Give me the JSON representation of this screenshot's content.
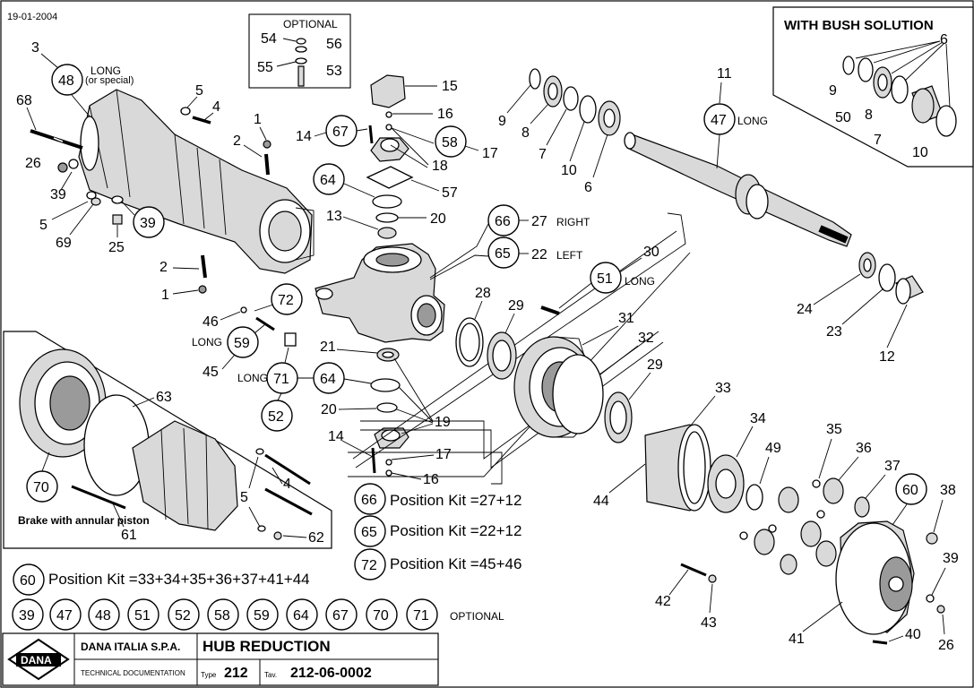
{
  "date": "19-01-2004",
  "optional_box": {
    "title": "OPTIONAL",
    "parts": [
      "54",
      "56",
      "55",
      "53"
    ]
  },
  "bush_box": {
    "title": "WITH BUSH SOLUTION",
    "parts": [
      "6",
      "9",
      "50",
      "8",
      "7",
      "10"
    ]
  },
  "brake_box": {
    "caption": "Brake with annular piston",
    "parts": [
      "70",
      "63",
      "5",
      "4",
      "61",
      "62"
    ]
  },
  "labels": {
    "p1": "1",
    "p2": "2",
    "p3": "3",
    "p4": "4",
    "p5": "5",
    "p6": "6",
    "p7": "7",
    "p8": "8",
    "p9": "9",
    "p10": "10",
    "p11": "11",
    "p12": "12",
    "p13": "13",
    "p14": "14",
    "p15": "15",
    "p16": "16",
    "p17": "17",
    "p18": "18",
    "p19": "19",
    "p20": "20",
    "p21": "21",
    "p22": "22",
    "p23": "23",
    "p24": "24",
    "p25": "25",
    "p26": "26",
    "p27": "27",
    "p28": "28",
    "p29": "29",
    "p30": "30",
    "p31": "31",
    "p32": "32",
    "p33": "33",
    "p34": "34",
    "p35": "35",
    "p36": "36",
    "p37": "37",
    "p38": "38",
    "p39": "39",
    "p40": "40",
    "p41": "41",
    "p42": "42",
    "p43": "43",
    "p44": "44",
    "p45": "45",
    "p46": "46",
    "p47": "47",
    "p48": "48",
    "p49": "49",
    "p50": "50",
    "p51": "51",
    "p52": "52",
    "p53": "53",
    "p54": "54",
    "p55": "55",
    "p56": "56",
    "p57": "57",
    "p58": "58",
    "p59": "59",
    "p60": "60",
    "p61": "61",
    "p62": "62",
    "p63": "63",
    "p64": "64",
    "p65": "65",
    "p66": "66",
    "p67": "67",
    "p68": "68",
    "p69": "69",
    "p70": "70",
    "p71": "71",
    "p72": "72",
    "long": "LONG",
    "or_special": "(or special)",
    "right": "RIGHT",
    "left": "LEFT"
  },
  "kits": [
    {
      "circle": "66",
      "text": "Position Kit =27+12"
    },
    {
      "circle": "65",
      "text": "Position Kit =22+12"
    },
    {
      "circle": "72",
      "text": "Position Kit =45+46"
    },
    {
      "circle": "60",
      "text": "Position Kit =33+34+35+36+37+41+44"
    }
  ],
  "optional_list": {
    "items": [
      "39",
      "47",
      "48",
      "51",
      "52",
      "58",
      "59",
      "64",
      "67",
      "70",
      "71"
    ],
    "label": "OPTIONAL"
  },
  "title_block": {
    "logo": "DANA",
    "company": "DANA ITALIA S.P.A.",
    "doc": "TECHNICAL DOCUMENTATION",
    "title": "HUB REDUCTION",
    "type_label": "Type",
    "type_value": "212",
    "tav_label": "Tav.",
    "tav_value": "212-06-0002"
  }
}
